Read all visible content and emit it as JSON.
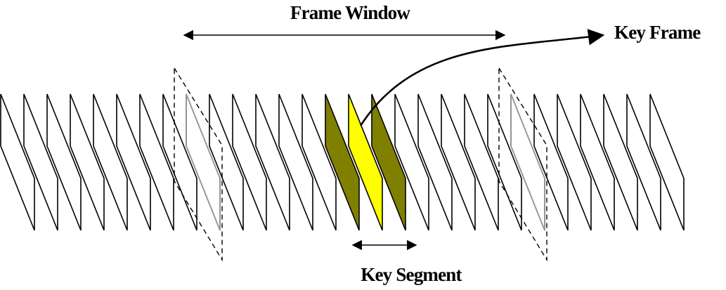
{
  "labels": {
    "frame_window": "Frame Window",
    "key_frame": "Key Frame",
    "key_segment": "Key Segment"
  },
  "frames": {
    "count": 29,
    "key_frame_index": 15,
    "key_segment_indices": [
      14,
      15,
      16
    ],
    "window_boundary_indices": [
      8,
      22
    ]
  },
  "colors": {
    "frame_fill": "#ffffff",
    "frame_stroke": "#000000",
    "key_segment_fill": "#808000",
    "key_frame_fill": "#ffff00",
    "window_frame_stroke": "#999999"
  }
}
